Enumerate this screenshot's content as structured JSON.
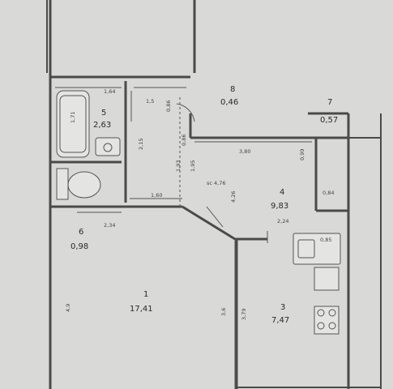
{
  "rooms": [
    {
      "id": "r1",
      "number": "1",
      "area": "17,41"
    },
    {
      "id": "r3",
      "number": "3",
      "area": "7,47"
    },
    {
      "id": "r4",
      "number": "4",
      "area": "9,83"
    },
    {
      "id": "r5",
      "number": "5",
      "area": "2,63"
    },
    {
      "id": "r6",
      "number": "6",
      "area": "0,98"
    },
    {
      "id": "r7",
      "number": "7",
      "area": "0,57"
    },
    {
      "id": "r8",
      "number": "8",
      "area": "0,46"
    }
  ],
  "dimensions": {
    "d1": "1,64",
    "d2": "1,5",
    "d3": "0,86",
    "d4": "1,71",
    "d5": "2,15",
    "d6": "3,80",
    "d7": "0,86",
    "d8": "1,93",
    "d9": "1,95",
    "d10": "1,60",
    "d11": "sc 4,76",
    "d12": "4,26",
    "d13": "0,84",
    "d14": "2,34",
    "d15": "2,24",
    "d16": "4,9",
    "d17": "3,6",
    "d18": "3,79",
    "d19": "0,85",
    "d20": "0,99"
  }
}
